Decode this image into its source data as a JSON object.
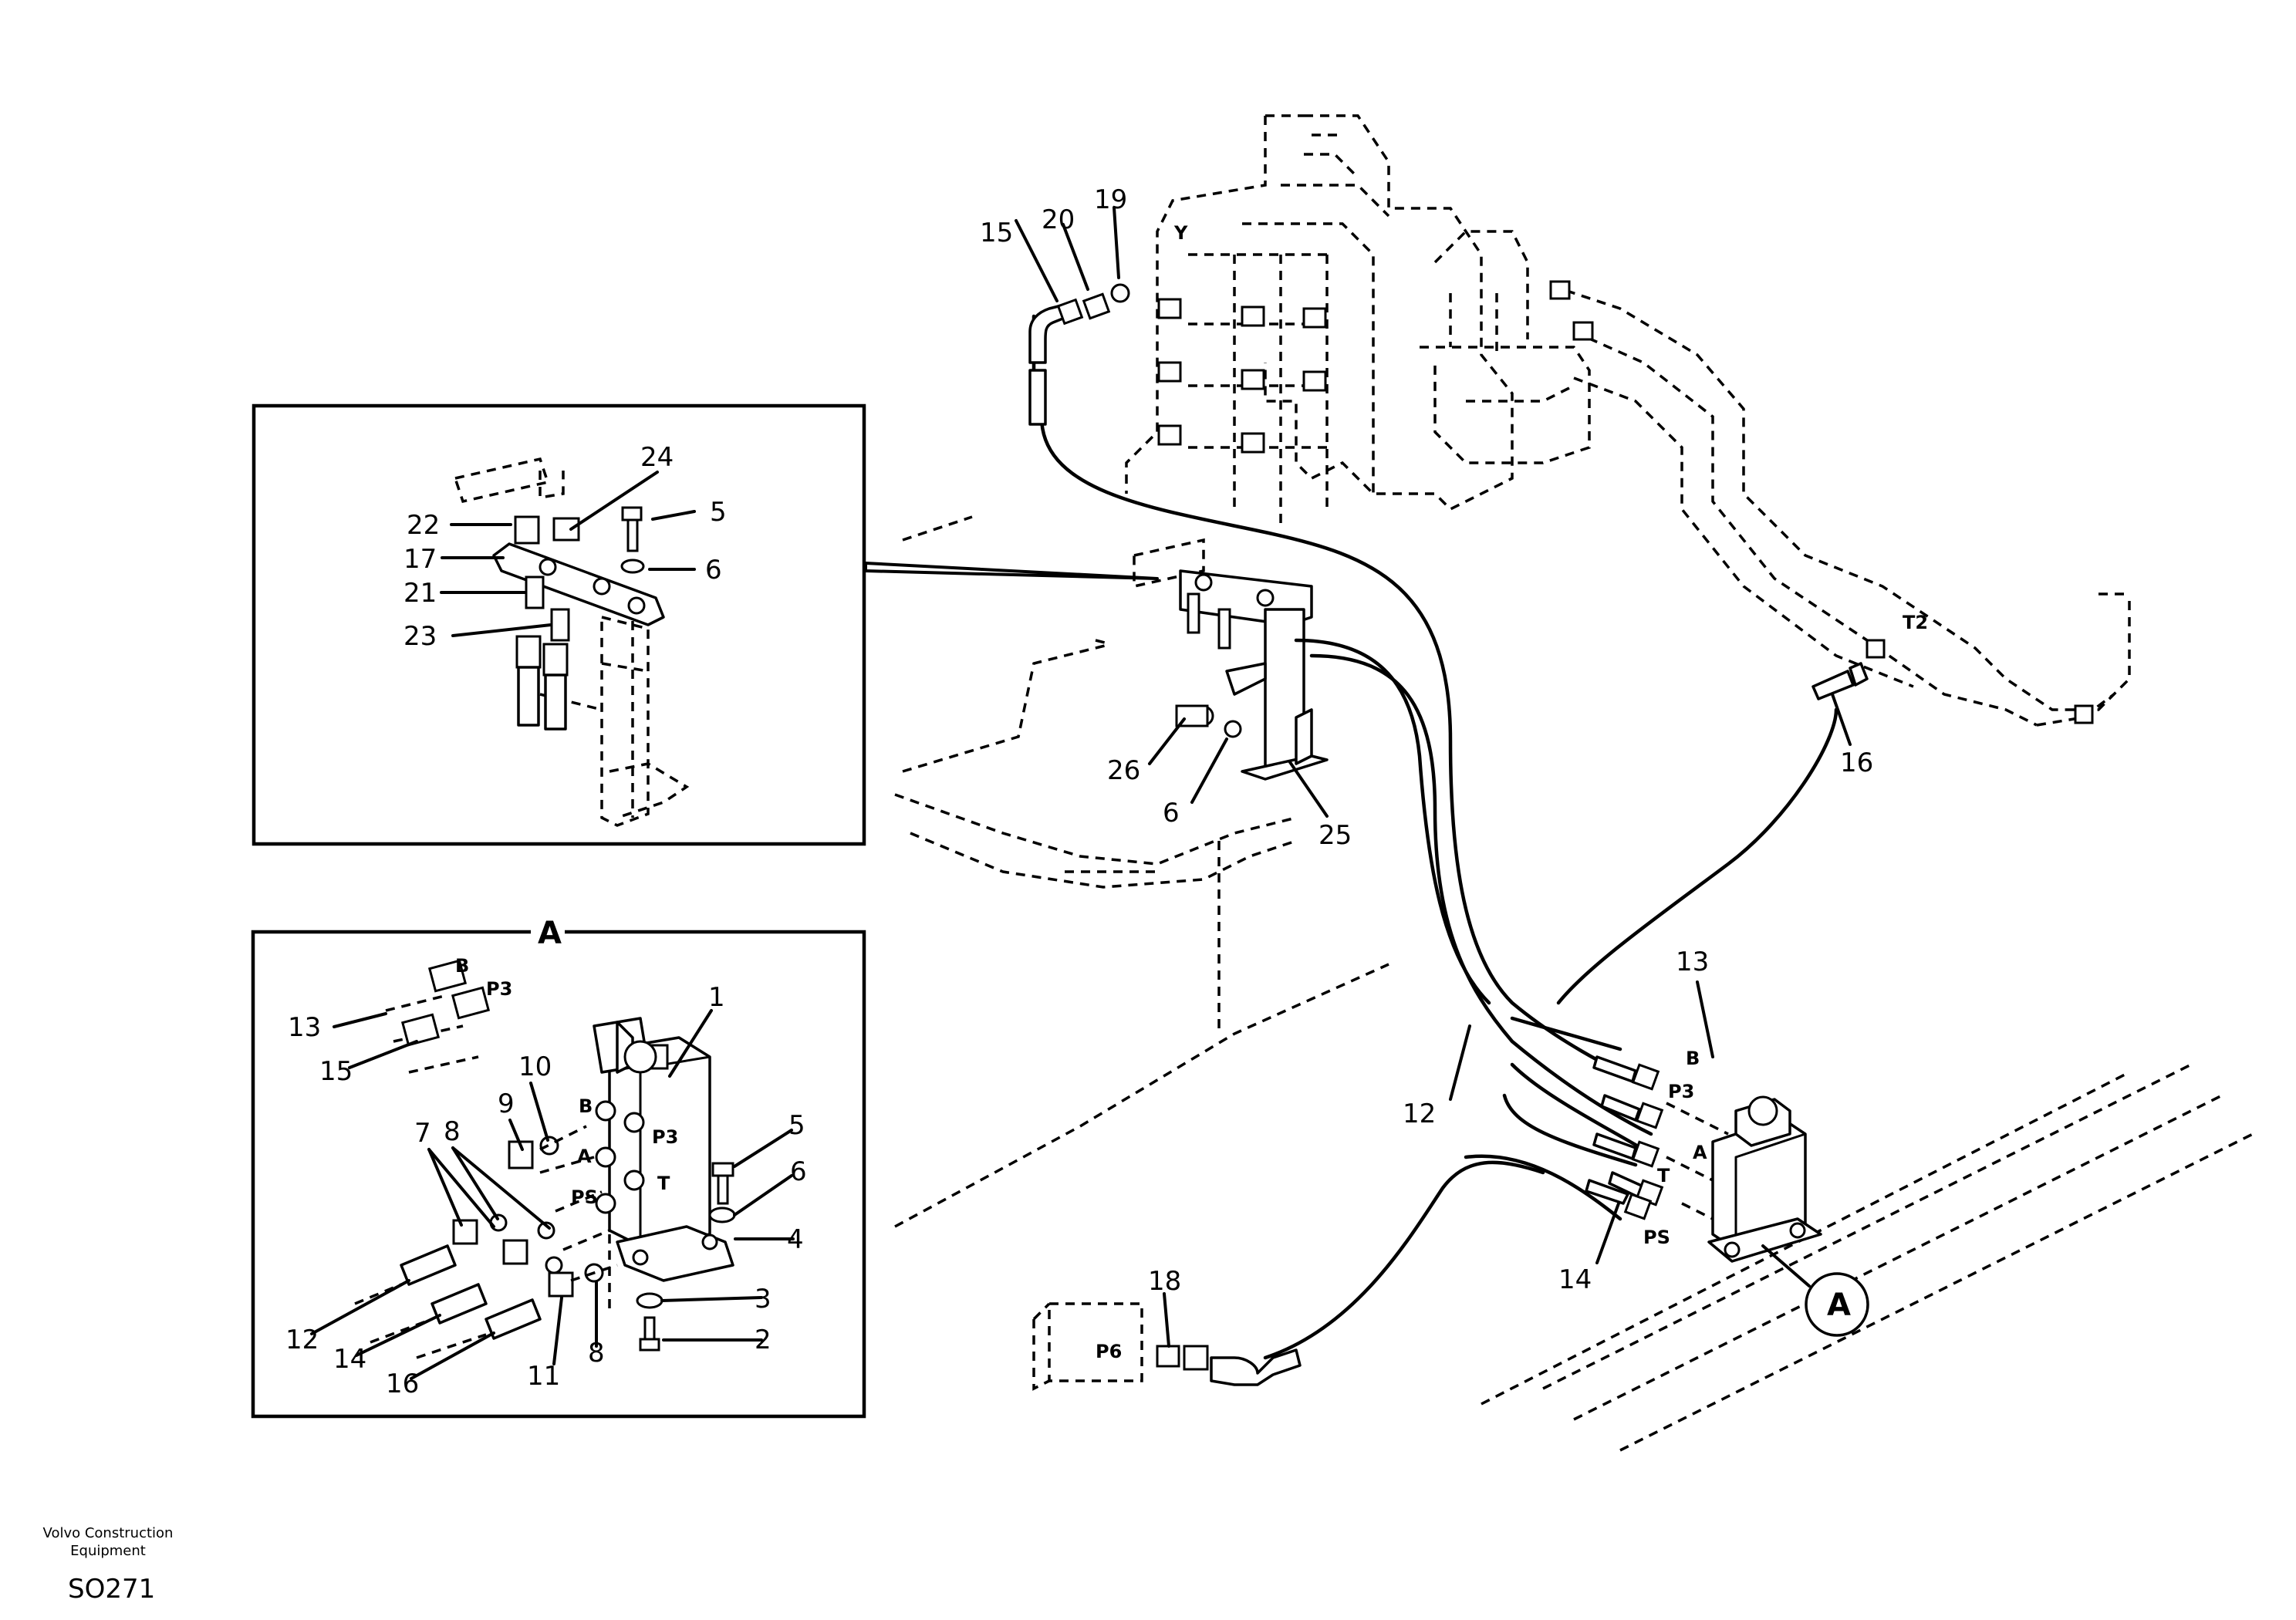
{
  "footer": {
    "company": "Volvo Construction Equipment",
    "drawing_code": "SO271"
  },
  "section_labels": {
    "detail_a_title": "A",
    "detail_a_marker": "A"
  },
  "callouts": {
    "main_15": "15",
    "main_20": "20",
    "main_19": "19",
    "main_26": "26",
    "main_6": "6",
    "main_25": "25",
    "main_16": "16",
    "main_13": "13",
    "main_12": "12",
    "main_14": "14",
    "main_18": "18",
    "inset_22": "22",
    "inset_24": "24",
    "inset_5": "5",
    "inset_17": "17",
    "inset_6": "6",
    "inset_21": "21",
    "inset_23": "23",
    "a_1": "1",
    "a_13": "13",
    "a_15": "15",
    "a_9": "9",
    "a_10": "10",
    "a_7": "7",
    "a_8a": "8",
    "a_5": "5",
    "a_6": "6",
    "a_4": "4",
    "a_3": "3",
    "a_2": "2",
    "a_12": "12",
    "a_14": "14",
    "a_16": "16",
    "a_11": "11",
    "a_8b": "8"
  },
  "ports": {
    "y": "Y",
    "t2": "T2",
    "p6": "P6",
    "main_b": "B",
    "main_p3": "P3",
    "main_t": "T",
    "main_a": "A",
    "main_ps": "PS",
    "a_b_hose": "B",
    "a_p3_hose": "P3",
    "a_b": "B",
    "a_p3": "P3",
    "a_a": "A",
    "a_t": "T",
    "a_ps": "PS"
  }
}
